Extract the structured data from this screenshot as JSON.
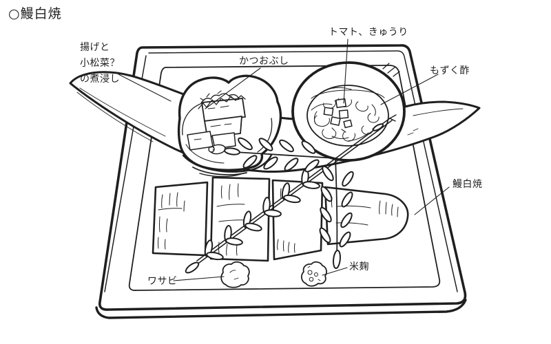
{
  "title": "○鰻白焼",
  "ink_color": "#1f1f1f",
  "labels": {
    "nibitashi": "揚げと\n小松菜？\nの煮浸し",
    "katsuobushi": "かつおぶし",
    "tomato_kyuri": "トマト、きゅうり",
    "mozuku_su": "もずく酢",
    "unagi_shirayaki": "鰻白焼",
    "wasabi": "ワサビ",
    "kome_koji": "米麹"
  }
}
